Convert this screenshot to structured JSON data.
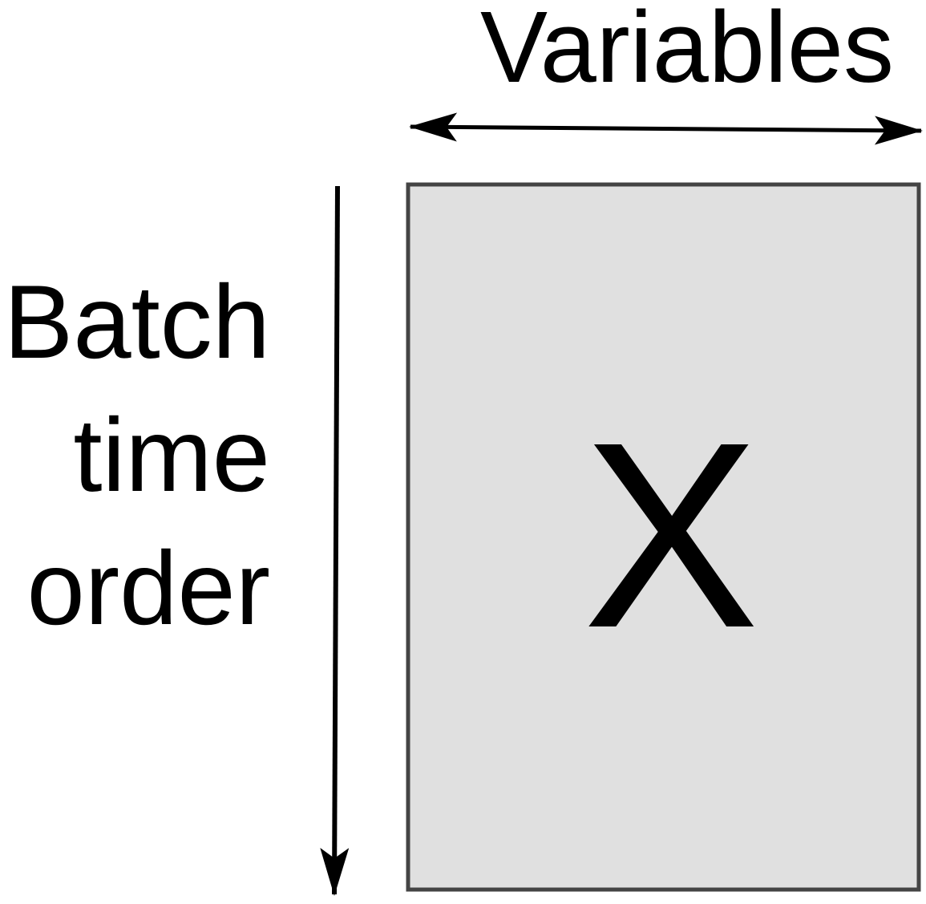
{
  "diagram": {
    "top_label": "Variables",
    "side_label_lines": [
      "Batch",
      "time",
      "order"
    ],
    "matrix_label": "X",
    "colors": {
      "matrix_fill": "#e0e0e0",
      "matrix_border": "#444444",
      "arrow": "#000000",
      "text": "#000000"
    }
  }
}
